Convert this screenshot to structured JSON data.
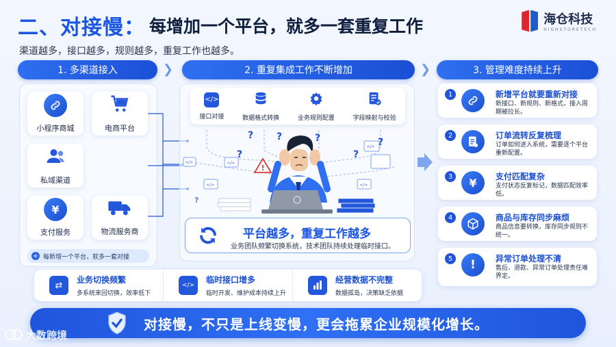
{
  "header": {
    "title_main": "二、对接慢：",
    "title_sub": "每增加一个平台，就多一套重复工作",
    "subtitle": "渠道越多，接口越多，规则越多，重复工作也越多。"
  },
  "logo": {
    "name_cn": "海仓科技",
    "name_en": "HIGHSTORETECH"
  },
  "steps": [
    {
      "label": "1. 多渠道接入"
    },
    {
      "label": "2. 重复集成工作不断增加"
    },
    {
      "label": "3. 管理难度持续上升"
    }
  ],
  "channels": [
    {
      "label": "小程序商城",
      "icon": "link-icon"
    },
    {
      "label": "电商平台",
      "icon": "cart-icon"
    },
    {
      "label": "私域渠道",
      "icon": "users-icon"
    },
    {
      "label": "支付服务",
      "icon": "yen-icon"
    },
    {
      "label": "物流服务商",
      "icon": "truck-icon"
    }
  ],
  "channel_note": "每新增一个平台，就多一套对接",
  "tools": [
    {
      "label": "接口对接",
      "icon": "code-icon"
    },
    {
      "label": "数据格式转换",
      "icon": "database-icon"
    },
    {
      "label": "业务规则配置",
      "icon": "gear-icon"
    },
    {
      "label": "字段映射与校验",
      "icon": "checklist-icon"
    }
  ],
  "callout": {
    "title": "平台越多，重复工作越多",
    "desc": "业务团队频繁切换系统，技术团队持续处理临时接口。"
  },
  "issues": [
    {
      "num": "1",
      "title": "新增平台就要重新对接",
      "desc": "新接口、新规则、新格式，接入周期被拉长。",
      "icon": "link-icon"
    },
    {
      "num": "2",
      "title": "订单流转反复梳理",
      "desc": "订单如何进入系统，需要逐个平台重新配置。",
      "icon": "document-icon"
    },
    {
      "num": "3",
      "title": "支付匹配复杂",
      "desc": "支付状态反复标记，数据匹配效率低。",
      "icon": "yen-icon"
    },
    {
      "num": "4",
      "title": "商品与库存同步麻烦",
      "desc": "商品信息要转换，库存同步规则不统一。",
      "icon": "box-icon"
    },
    {
      "num": "5",
      "title": "异常订单处理不清",
      "desc": "售后、退款、异常订单处理责任难界定。",
      "icon": "alert-icon"
    }
  ],
  "bottom_items": [
    {
      "title": "业务切换频繁",
      "desc": "多系统来回切换，效率低下",
      "icon": "swap-icon"
    },
    {
      "title": "临时接口增多",
      "desc": "临时开发、维护成本持续上升",
      "icon": "code-icon"
    },
    {
      "title": "经营数据不完整",
      "desc": "数据孤岛，决策缺乏依据",
      "icon": "bar-chart-icon"
    }
  ],
  "banner": {
    "text": "对接慢，不只是上线变慢，更会拖累企业规模化增长。"
  },
  "watermark": {
    "text": "大数跨境"
  },
  "colors": {
    "primary": "#1a55e3",
    "dark": "#0f1e3d",
    "logo_red": "#d9262f",
    "logo_blue": "#1e5cc8"
  }
}
